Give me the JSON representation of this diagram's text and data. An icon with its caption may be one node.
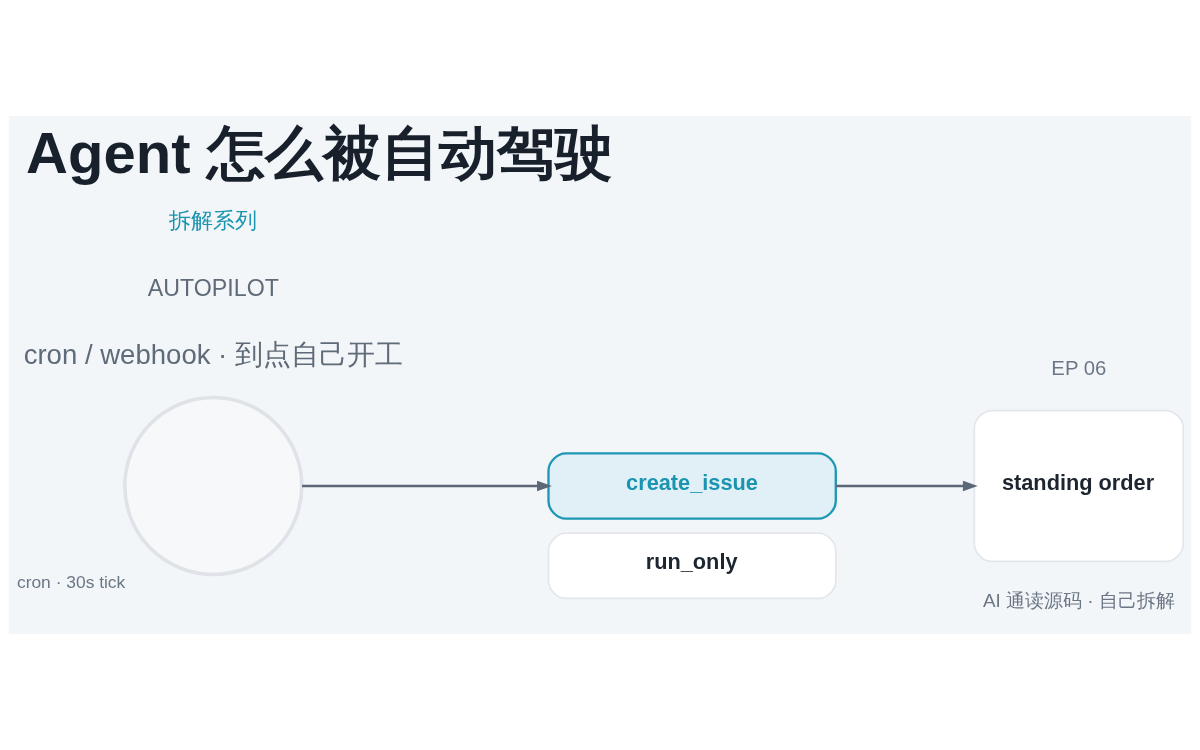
{
  "diagram": {
    "title": "Agent 怎么被自动驾驶",
    "nodes": [
      {
        "text": [],
        "shape": "circle",
        "beside": [
          "cron · 30s tick"
        ]
      },
      {
        "text": [
          "create_issue"
        ]
      },
      {
        "text": [
          "run_only"
        ]
      },
      {
        "text": [
          "standing order"
        ]
      }
    ],
    "edges": [
      {
        "from": 0,
        "to": 1,
        "arrow": "to"
      },
      {
        "from": 1,
        "to": 3,
        "arrow": "to"
      }
    ],
    "labels": [
      "拆解系列",
      "EP 06",
      "AUTOPILOT",
      "cron / webhook · 到点自己开工",
      "AI 通读源码 · 自己拆解"
    ]
  }
}
